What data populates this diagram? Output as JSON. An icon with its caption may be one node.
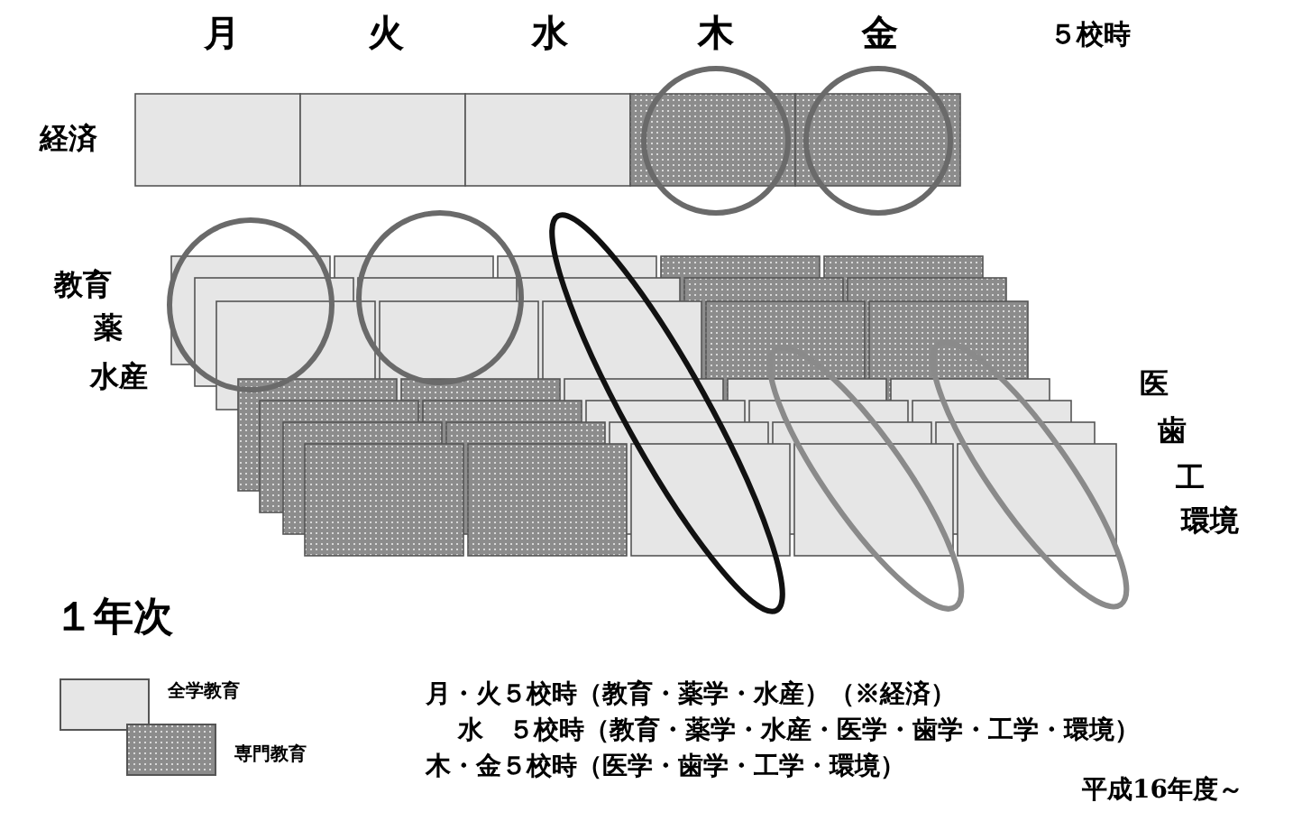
{
  "diagram": {
    "labels": [
      "月",
      "火",
      "水",
      "木",
      "金",
      "５校時",
      "経済",
      "教育",
      "薬",
      "水産",
      "医",
      "歯",
      "工",
      "環境",
      "１年次",
      "月・火５校時（教育・薬学・水産）（※経済）",
      "水　５校時（教育・薬学・水産・医学・歯学・工学・環境）",
      "木・金５校時（医学・歯学・工学・環境）",
      "平成16年度～"
    ],
    "legend": [
      {
        "text": "全学教育",
        "color": "#e6e6e6"
      },
      {
        "text": "専門教育"
      }
    ]
  }
}
